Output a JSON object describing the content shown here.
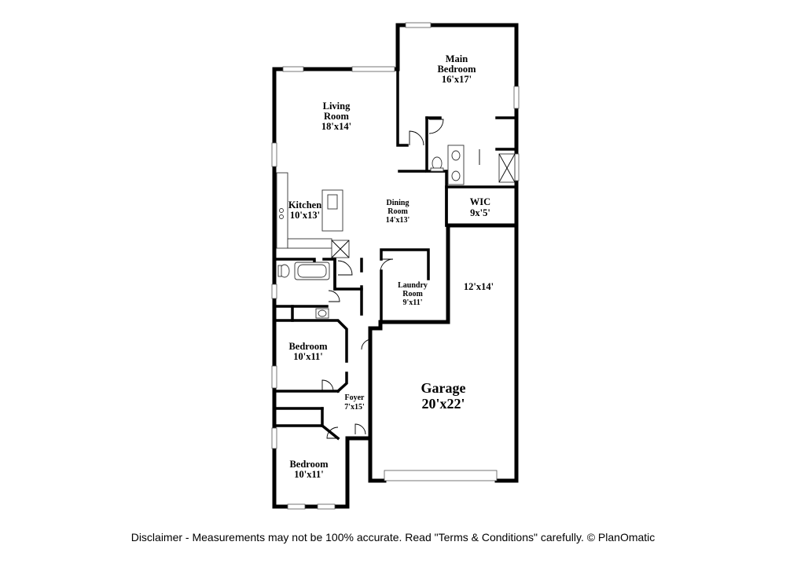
{
  "rooms": {
    "main_bedroom": {
      "name_line1": "Main",
      "name_line2": "Bedroom",
      "size": "16'x17'"
    },
    "living_room": {
      "name_line1": "Living",
      "name_line2": "Room",
      "size": "18'x14'"
    },
    "kitchen": {
      "name": "Kitchen",
      "size": "10'x13'"
    },
    "dining_room": {
      "name_line1": "Dining",
      "name_line2": "Room",
      "size": "14'x13'"
    },
    "wic": {
      "name": "WIC",
      "size": "9x'5'"
    },
    "laundry_room": {
      "name_line1": "Laundry",
      "name_line2": "Room",
      "size": "9'x11'"
    },
    "storage": {
      "size": "12'x14'"
    },
    "bedroom_upper": {
      "name": "Bedroom",
      "size": "10'x11'"
    },
    "foyer": {
      "name": "Foyer",
      "size": "7'x15'"
    },
    "garage": {
      "name": "Garage",
      "size": "20'x22'"
    },
    "bedroom_lower": {
      "name": "Bedroom",
      "size": "10'x11'"
    }
  },
  "disclaimer": "Disclaimer - Measurements may not be 100% accurate. Read \"Terms & Conditions\" carefully. © PlanOmatic"
}
